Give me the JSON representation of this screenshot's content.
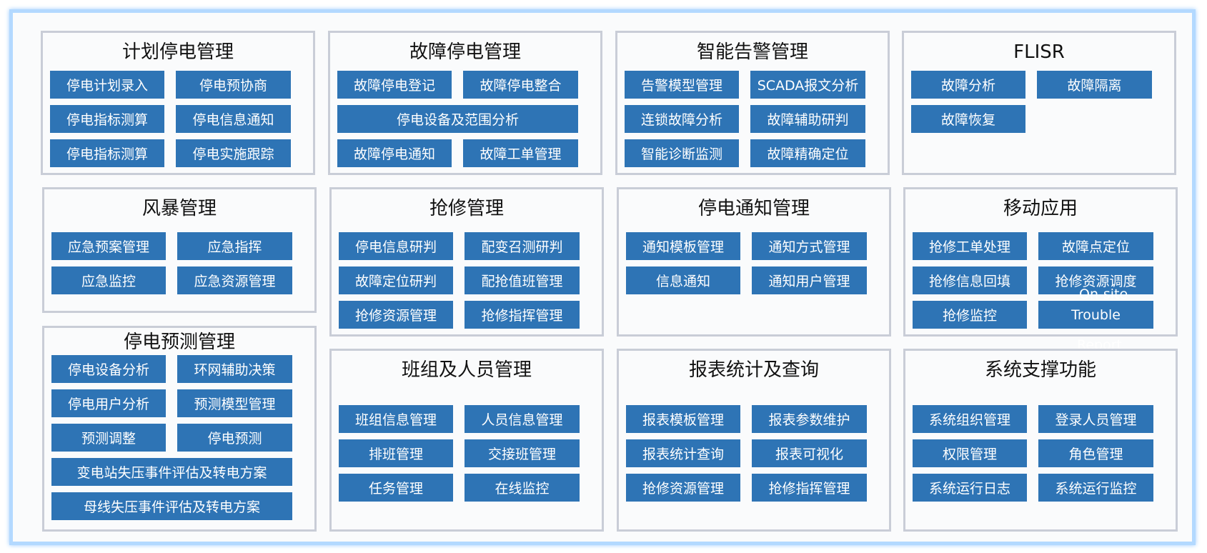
{
  "colors": {
    "button": "#2e74b5",
    "panel_border": "#c9cdd7",
    "frame_border": "#b3d9ff"
  },
  "panels": [
    {
      "title": "计划停电管理",
      "items": [
        {
          "label": "停电计划录入"
        },
        {
          "label": "停电预协商"
        },
        {
          "label": "停电指标测算"
        },
        {
          "label": "停电信息通知"
        },
        {
          "label": "停电指标测算"
        },
        {
          "label": "停电实施跟踪"
        }
      ]
    },
    {
      "title": "故障停电管理",
      "items": [
        {
          "label": "故障停电登记"
        },
        {
          "label": "故障停电整合"
        },
        {
          "label": "停电设备及范围分析",
          "span": true
        },
        {
          "label": "故障停电通知"
        },
        {
          "label": "故障工单管理"
        }
      ]
    },
    {
      "title": "智能告警管理",
      "items": [
        {
          "label": "告警模型管理"
        },
        {
          "label": "SCADA报文分析"
        },
        {
          "label": "连锁故障分析"
        },
        {
          "label": "故障辅助研判"
        },
        {
          "label": "智能诊断监测"
        },
        {
          "label": "故障精确定位"
        }
      ]
    },
    {
      "title": "FLISR",
      "items": [
        {
          "label": "故障分析"
        },
        {
          "label": "故障隔离"
        },
        {
          "label": "故障恢复"
        }
      ]
    },
    {
      "title": "风暴管理",
      "items": [
        {
          "label": "应急预案管理"
        },
        {
          "label": "应急指挥"
        },
        {
          "label": "应急监控"
        },
        {
          "label": "应急资源管理"
        }
      ]
    },
    {
      "title": "抢修管理",
      "items": [
        {
          "label": "停电信息研判"
        },
        {
          "label": "配变召测研判"
        },
        {
          "label": "故障定位研判"
        },
        {
          "label": "配抢值班管理"
        },
        {
          "label": "抢修资源管理"
        },
        {
          "label": "抢修指挥管理"
        }
      ]
    },
    {
      "title": "停电通知管理",
      "items": [
        {
          "label": "通知模板管理"
        },
        {
          "label": "通知方式管理"
        },
        {
          "label": "信息通知"
        },
        {
          "label": "通知用户管理"
        }
      ]
    },
    {
      "title": "移动应用",
      "items": [
        {
          "label": "抢修工单处理"
        },
        {
          "label": "故障点定位"
        },
        {
          "label": "抢修信息回填"
        },
        {
          "label": "抢修资源调度"
        },
        {
          "label": "抢修监控"
        },
        {
          "label": "Trouble"
        }
      ],
      "overlay_text": [
        "On-site",
        "Report"
      ]
    },
    {
      "title": "停电预测管理",
      "items": [
        {
          "label": "停电设备分析"
        },
        {
          "label": "环网辅助决策"
        },
        {
          "label": "停电用户分析"
        },
        {
          "label": "预测模型管理"
        },
        {
          "label": "预测调整"
        },
        {
          "label": "停电预测"
        },
        {
          "label": "变电站失压事件评估及转电方案",
          "span": true
        },
        {
          "label": "母线失压事件评估及转电方案",
          "span": true
        }
      ]
    },
    {
      "title": "班组及人员管理",
      "items": [
        {
          "label": "班组信息管理"
        },
        {
          "label": "人员信息管理"
        },
        {
          "label": "排班管理"
        },
        {
          "label": "交接班管理"
        },
        {
          "label": "任务管理"
        },
        {
          "label": "在线监控"
        }
      ]
    },
    {
      "title": "报表统计及查询",
      "items": [
        {
          "label": "报表模板管理"
        },
        {
          "label": "报表参数维护"
        },
        {
          "label": "报表统计查询"
        },
        {
          "label": "报表可视化"
        },
        {
          "label": "抢修资源管理"
        },
        {
          "label": "抢修指挥管理"
        }
      ]
    },
    {
      "title": "系统支撑功能",
      "items": [
        {
          "label": "系统组织管理"
        },
        {
          "label": "登录人员管理"
        },
        {
          "label": "权限管理"
        },
        {
          "label": "角色管理"
        },
        {
          "label": "系统运行日志"
        },
        {
          "label": "系统运行监控"
        }
      ]
    }
  ]
}
